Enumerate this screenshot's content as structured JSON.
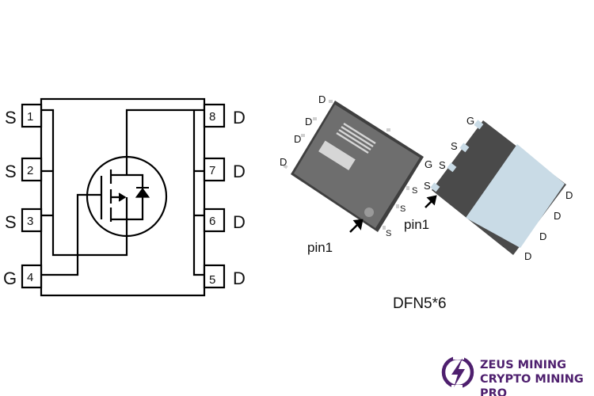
{
  "schematic": {
    "left_pins": [
      {
        "number": "1",
        "name": "S"
      },
      {
        "number": "2",
        "name": "S"
      },
      {
        "number": "3",
        "name": "S"
      },
      {
        "number": "4",
        "name": "G"
      }
    ],
    "right_pins": [
      {
        "number": "8",
        "name": "D"
      },
      {
        "number": "7",
        "name": "D"
      },
      {
        "number": "6",
        "name": "D"
      },
      {
        "number": "5",
        "name": "D"
      }
    ]
  },
  "package_top": {
    "labels_left": [
      "D",
      "D",
      "D",
      "D"
    ],
    "labels_right": [
      "G",
      "S",
      "S",
      "S"
    ],
    "pin1_label": "pin1"
  },
  "package_bottom": {
    "labels_left": [
      "G",
      "S",
      "S",
      "S"
    ],
    "labels_right": [
      "D",
      "D",
      "D",
      "D"
    ],
    "pin1_label": "pin1",
    "pad_color": "#c9dbe6"
  },
  "package_name": "DFN5*6",
  "logo": {
    "line1": "ZEUS MINING",
    "line2": "CRYPTO MINING PRO",
    "color": "#4e1f6e"
  }
}
